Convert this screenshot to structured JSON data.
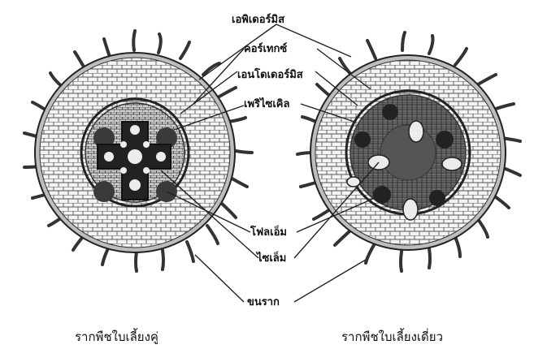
{
  "labels": {
    "epidermis": "เอพิเดอร์มิส",
    "cortex": "คอร์เทกซ์",
    "endodermis": "เอนโดเดอร์มิส",
    "pericycle": "เพริไซเคิล",
    "phloem": "โฟลเอ็ม",
    "xylem": "ไซเล็ม",
    "root_hair": "ขนราก"
  },
  "captions": {
    "left": "รากพืชใบเลี้ยงคู่",
    "right": "รากพืชใบเลี้ยงเดี่ยว"
  }
}
